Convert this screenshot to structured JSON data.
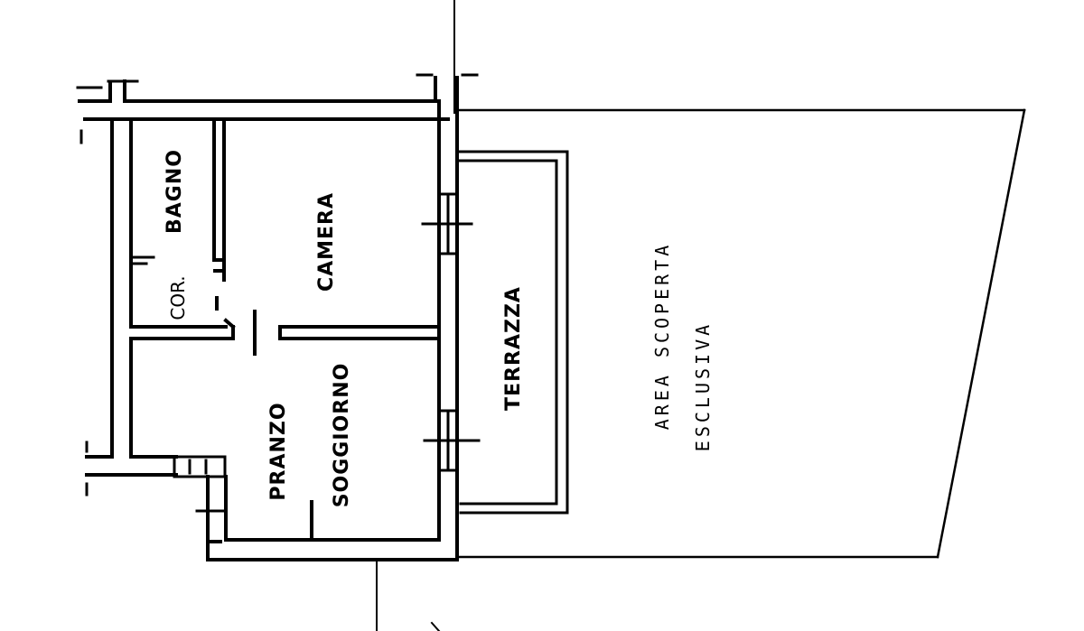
{
  "labels": {
    "bagno": "BAGNO",
    "camera": "CAMERA",
    "corridoio": "COR.",
    "pranzo": "PRANZO",
    "soggiorno": "SOGGIORNO",
    "terrazza": "TERRAZZA",
    "area_line1": "AREA SCOPERTA",
    "area_line2": "ESCLUSIVA"
  },
  "colors": {
    "ink": "#000000",
    "paper": "#ffffff"
  }
}
